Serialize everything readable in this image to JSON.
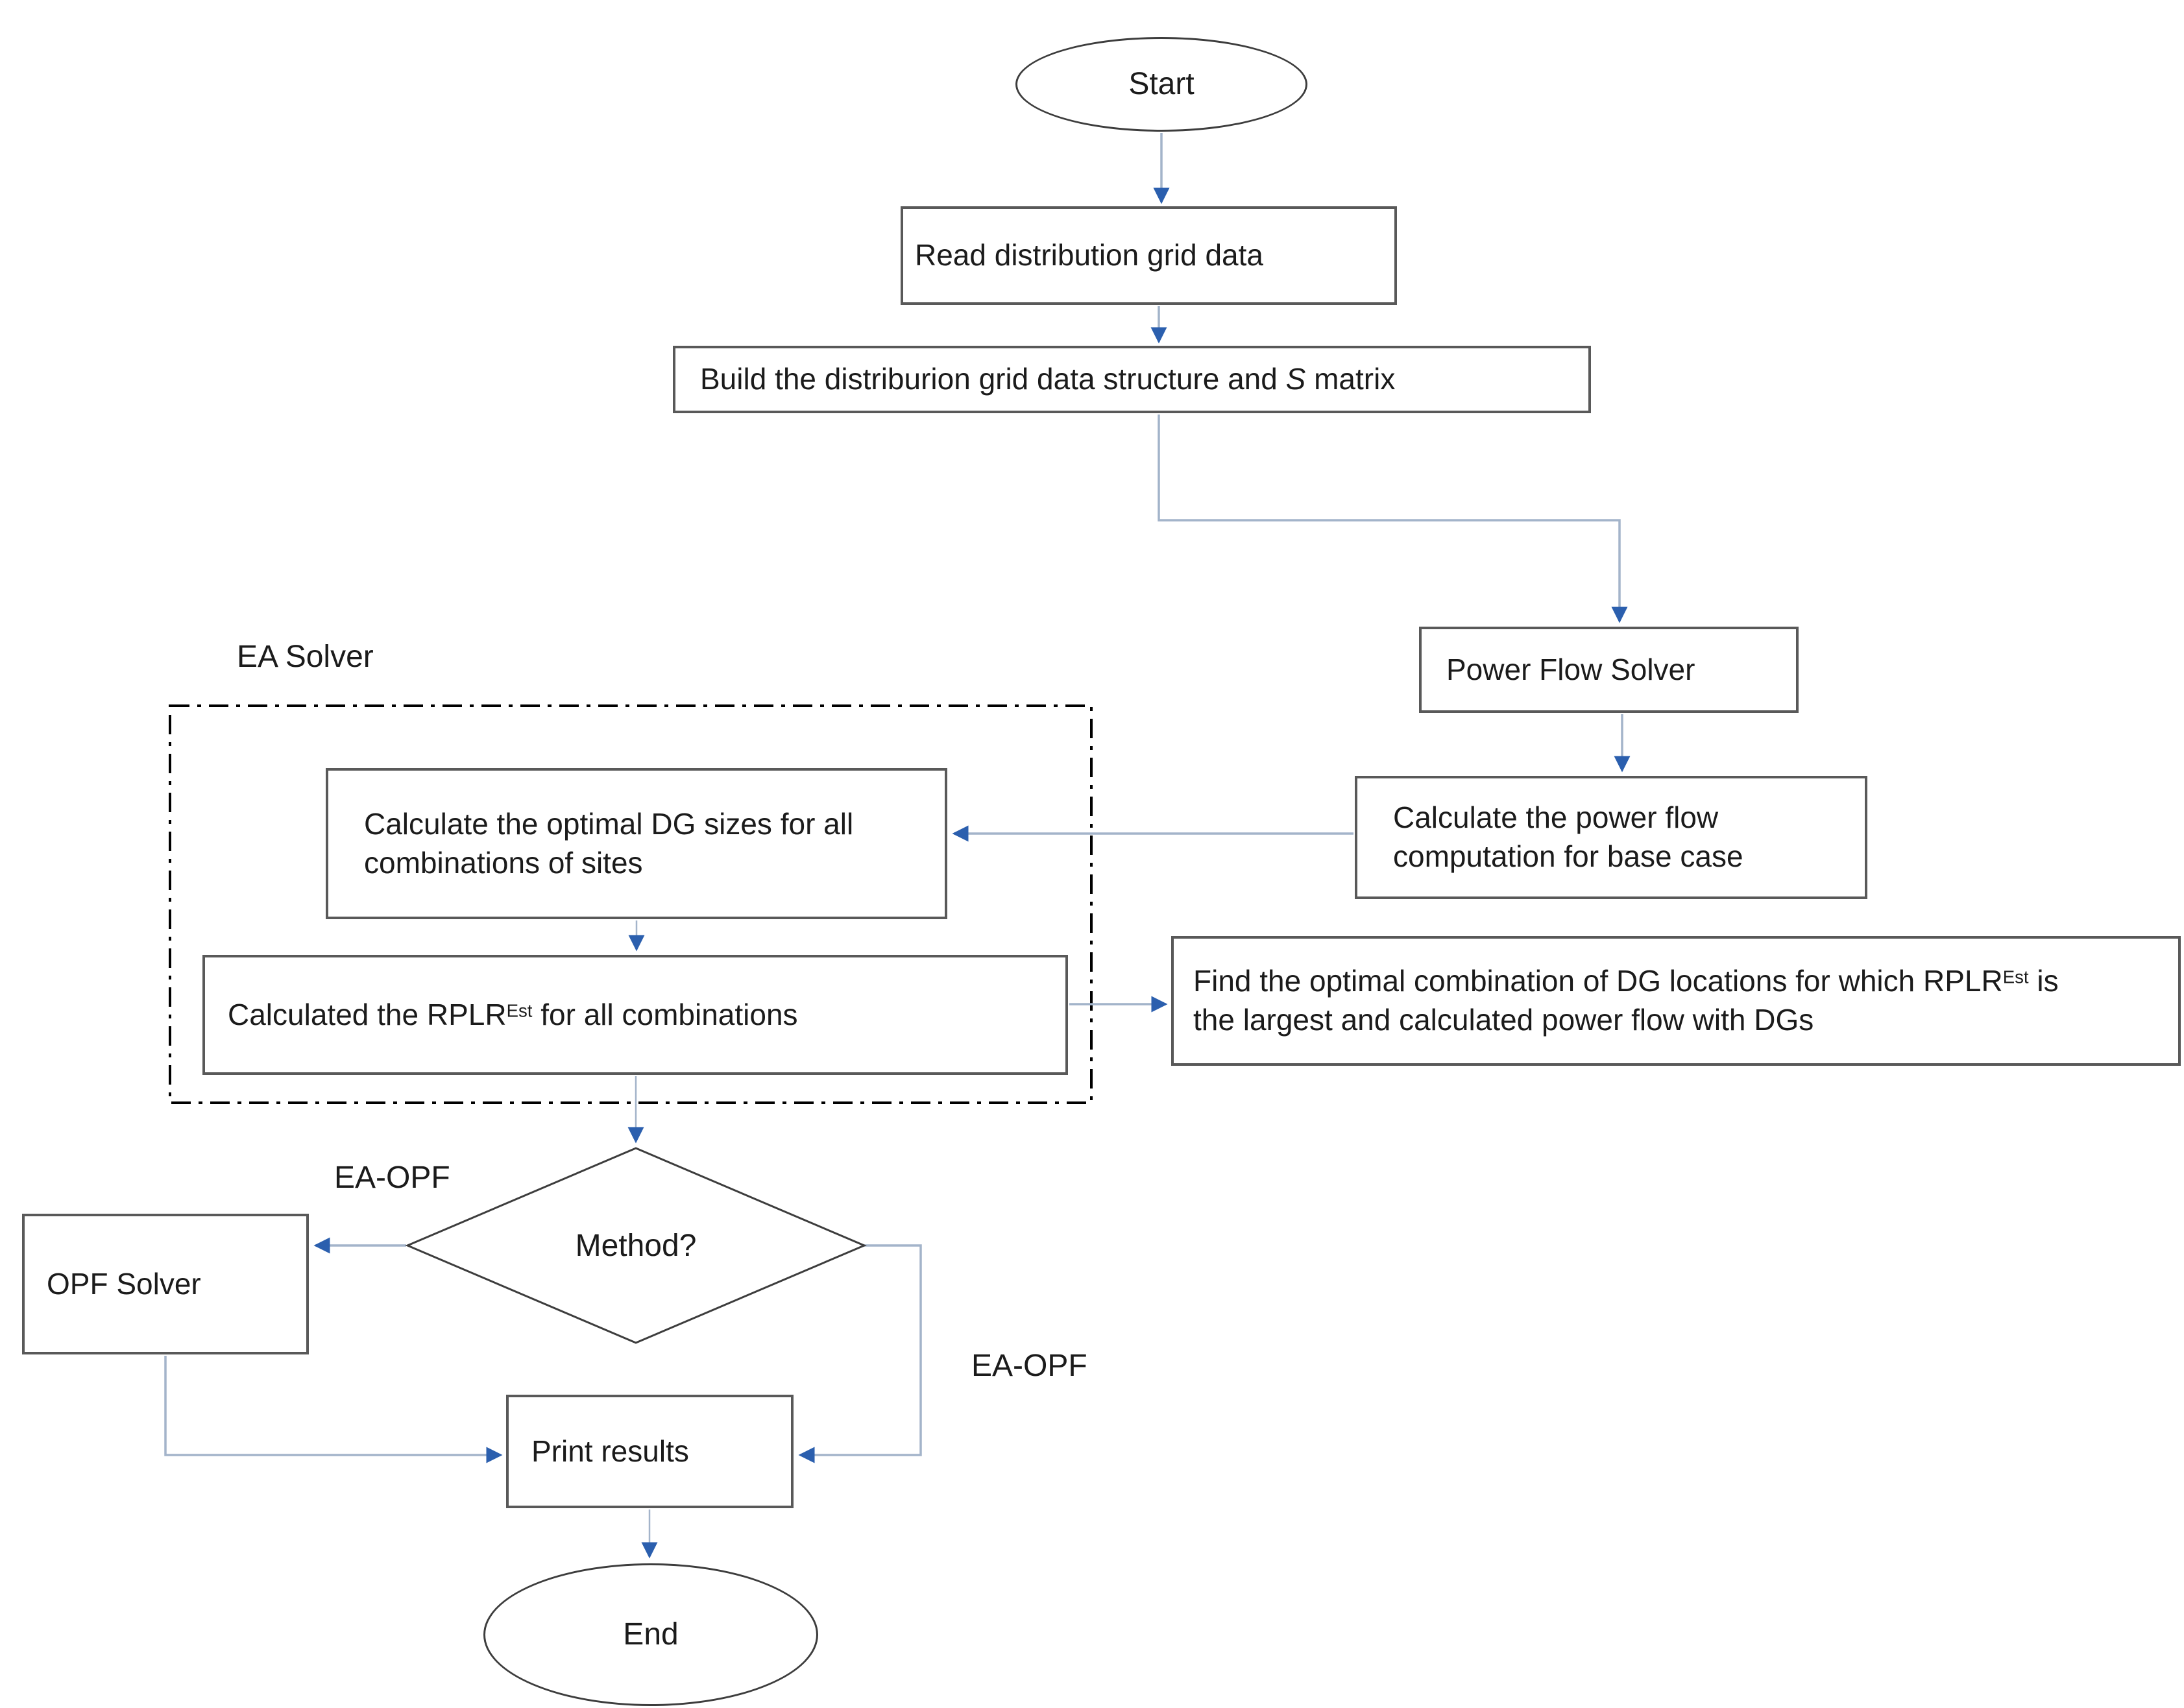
{
  "figure": {
    "type": "flowchart",
    "description_visible_text_only": true
  },
  "colors": {
    "line": "#a3b4ca",
    "arrow": "#2b5fae",
    "box_border": "#595959",
    "shape_border": "#3d3d3d",
    "text": "#1b1b1b",
    "bg": "#ffffff"
  },
  "nodes": {
    "start": {
      "shape": "ellipse",
      "label": "Start"
    },
    "read": {
      "shape": "rect",
      "label": "Read distribution grid data"
    },
    "build": {
      "shape": "rect",
      "pre": "Build the distriburion grid data structure and ",
      "italic": "S",
      "post": " matrix"
    },
    "power_flow_solver": {
      "shape": "rect",
      "label": "Power Flow Solver"
    },
    "calc_base_case": {
      "shape": "rect",
      "label": "Calculate the power flow computation for base case"
    },
    "calc_optimal": {
      "shape": "rect",
      "label": "Calculate the optimal DG sizes for all combinations of sites"
    },
    "calc_rplr": {
      "shape": "rect",
      "pre": "Calculated the RPLR",
      "sup": "Est",
      "post": " for all combinations"
    },
    "find_optimal": {
      "shape": "rect",
      "pre": "Find the optimal combination of DG locations for which RPLR",
      "sup": "Est",
      "post": " is the largest and calculated power flow with DGs"
    },
    "method": {
      "shape": "diamond",
      "label": "Method?"
    },
    "opf_solver": {
      "shape": "rect",
      "label": "OPF Solver"
    },
    "print_results": {
      "shape": "rect",
      "label": "Print results"
    },
    "end": {
      "shape": "ellipse",
      "label": "End"
    }
  },
  "labels": {
    "ea_solver_region": "EA Solver",
    "method_branch_left": "EA-OPF",
    "method_branch_right": "EA-OPF"
  },
  "edges": [
    "start -> read",
    "read -> build",
    "build -> power_flow_solver",
    "power_flow_solver -> calc_base_case",
    "calc_base_case -> calc_optimal",
    "calc_optimal -> calc_rplr",
    "calc_rplr -> find_optimal",
    "calc_rplr -> method",
    "method -> opf_solver (EA-OPF)",
    "method -> print_results (EA-OPF)",
    "opf_solver -> print_results",
    "print_results -> end"
  ]
}
